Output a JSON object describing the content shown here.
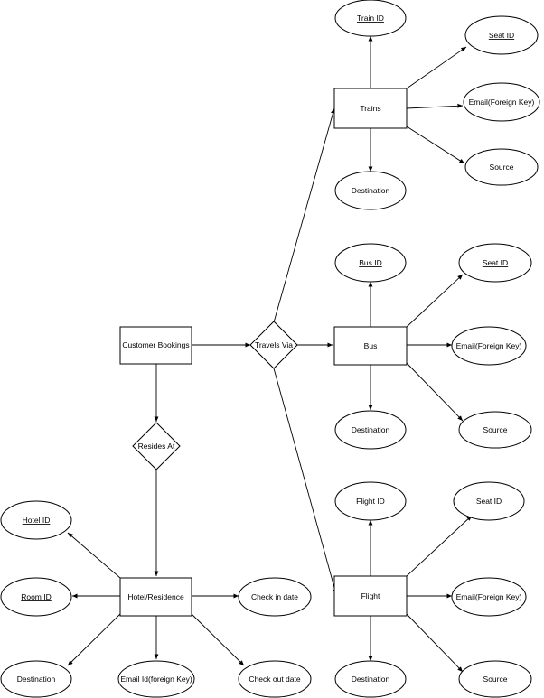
{
  "entities": {
    "customer": "Customer Bookings",
    "trains": "Trains",
    "bus": "Bus",
    "flight": "Flight",
    "hotel": "Hotel/Residence"
  },
  "relationships": {
    "travels": "Travels Via",
    "resides": "Resides At"
  },
  "attributes": {
    "train_id": "Train ID",
    "train_seat": "Seat ID",
    "train_email": "Email(Foreign Key)",
    "train_source": "Source",
    "train_dest": "Destination",
    "bus_id": "Bus ID",
    "bus_seat": "Seat ID",
    "bus_email": "Email(Foreign Key)",
    "bus_source": "Source",
    "bus_dest": "Destination",
    "flight_id": "Flight ID",
    "flight_seat": "Seat ID",
    "flight_email": "Email(Foreign Key)",
    "flight_source": "Source",
    "flight_dest": "Destination",
    "hotel_id": "Hotel ID",
    "room_id": "Room ID",
    "hotel_dest": "Destination",
    "hotel_email": "Email Id(foreign Key)",
    "checkin": "Check in date",
    "checkout": "Check out date"
  }
}
